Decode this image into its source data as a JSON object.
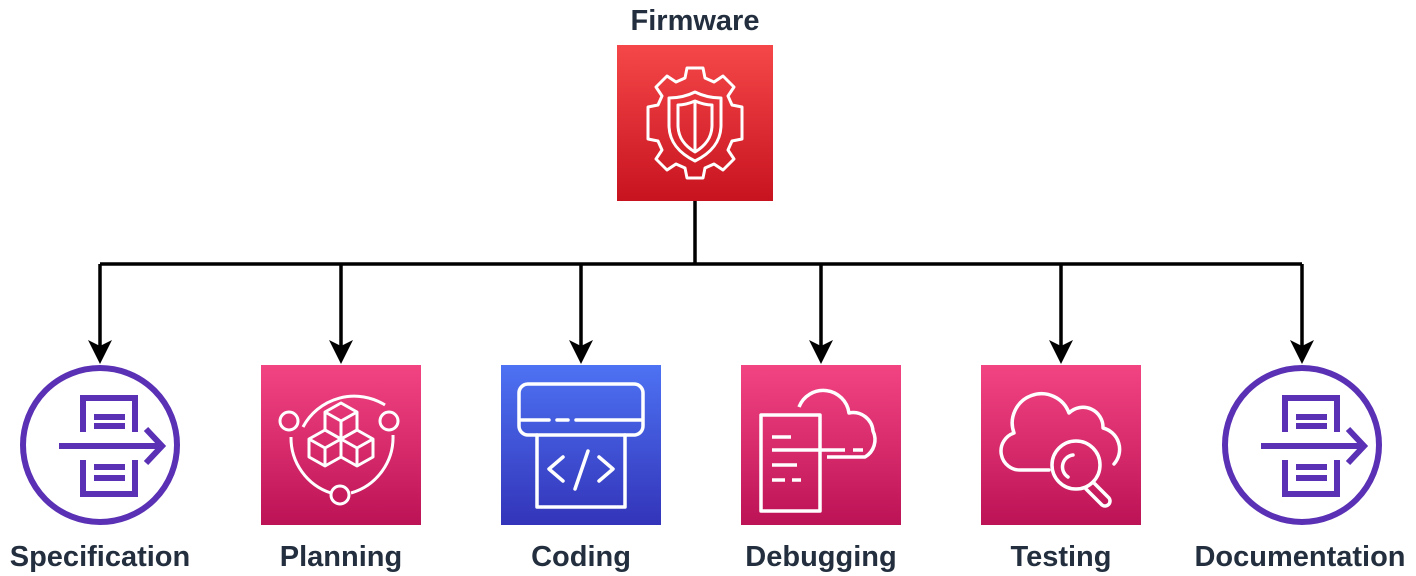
{
  "diagram": {
    "type": "hierarchy",
    "root": {
      "label": "Firmware",
      "icon": "gear-shield-icon",
      "color_top": "#F54749",
      "color_bottom": "#C7131F"
    },
    "children": [
      {
        "label": "Specification",
        "icon": "document-arrow-circle-icon",
        "shape": "circle",
        "color": "#5A30B5"
      },
      {
        "label": "Planning",
        "icon": "cubes-orbit-icon",
        "shape": "square",
        "color_top": "#F34482",
        "color_bottom": "#BC1356"
      },
      {
        "label": "Coding",
        "icon": "code-terminal-icon",
        "shape": "square",
        "color_top": "#4D72F3",
        "color_bottom": "#3334B9"
      },
      {
        "label": "Debugging",
        "icon": "document-cloud-icon",
        "shape": "square",
        "color_top": "#F34482",
        "color_bottom": "#BC1356"
      },
      {
        "label": "Testing",
        "icon": "cloud-magnifier-icon",
        "shape": "square",
        "color_top": "#F34482",
        "color_bottom": "#BC1356"
      },
      {
        "label": "Documentation",
        "icon": "document-arrow-circle-icon",
        "shape": "circle",
        "color": "#5A30B5"
      }
    ],
    "connector_color": "#000000",
    "label_color": "#232F3E"
  }
}
